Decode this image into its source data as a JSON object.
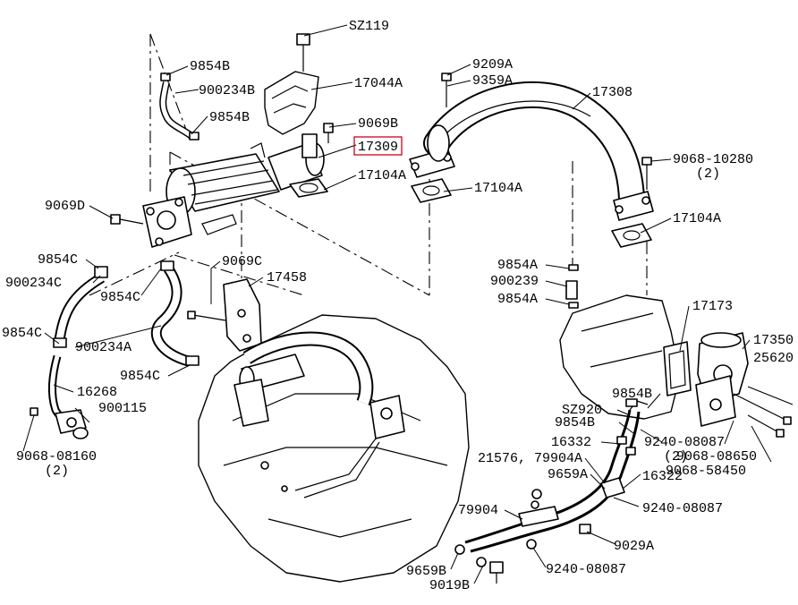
{
  "diagram": {
    "highlight_color": "#d0021b",
    "labels": [
      {
        "id": "sz119",
        "text": "SZ119"
      },
      {
        "id": "9854b-top",
        "text": "9854B"
      },
      {
        "id": "900234b",
        "text": "900234B"
      },
      {
        "id": "17044a",
        "text": "17044A"
      },
      {
        "id": "9854b-mid",
        "text": "9854B"
      },
      {
        "id": "9069b",
        "text": "9069B"
      },
      {
        "id": "17309",
        "text": "17309",
        "highlighted": true
      },
      {
        "id": "17104a-left",
        "text": "17104A"
      },
      {
        "id": "9209a",
        "text": "9209A"
      },
      {
        "id": "9359a",
        "text": "9359A"
      },
      {
        "id": "17308",
        "text": "17308"
      },
      {
        "id": "17104a-center",
        "text": "17104A"
      },
      {
        "id": "9068-10280",
        "text": "9068-10280"
      },
      {
        "id": "9068-10280-qty",
        "text": "(2)"
      },
      {
        "id": "17104a-right",
        "text": "17104A"
      },
      {
        "id": "9069d",
        "text": "9069D"
      },
      {
        "id": "9854c-a",
        "text": "9854C"
      },
      {
        "id": "900234c",
        "text": "900234C"
      },
      {
        "id": "9854c-b",
        "text": "9854C"
      },
      {
        "id": "9069c",
        "text": "9069C"
      },
      {
        "id": "17458",
        "text": "17458"
      },
      {
        "id": "9854c-c",
        "text": "9854C"
      },
      {
        "id": "900234a",
        "text": "900234A"
      },
      {
        "id": "9854c-d",
        "text": "9854C"
      },
      {
        "id": "16268",
        "text": "16268"
      },
      {
        "id": "900115",
        "text": "900115"
      },
      {
        "id": "9068-08160",
        "text": "9068-08160"
      },
      {
        "id": "9068-08160-qty",
        "text": "(2)"
      },
      {
        "id": "9854a-top",
        "text": "9854A"
      },
      {
        "id": "900239",
        "text": "900239"
      },
      {
        "id": "9854a-bottom",
        "text": "9854A"
      },
      {
        "id": "17173",
        "text": "17173"
      },
      {
        "id": "17350",
        "text": "17350"
      },
      {
        "id": "25620",
        "text": "25620"
      },
      {
        "id": "9854b-right",
        "text": "9854B"
      },
      {
        "id": "sz920",
        "text": "SZ920"
      },
      {
        "id": "9854b-right2",
        "text": "9854B"
      },
      {
        "id": "9240-08087-a",
        "text": "9240-08087"
      },
      {
        "id": "9240-08087-a-qty",
        "text": "(2)"
      },
      {
        "id": "9068-08650",
        "text": "9068-08650"
      },
      {
        "id": "9068-58450",
        "text": "9068-58450"
      },
      {
        "id": "16332",
        "text": "16332"
      },
      {
        "id": "21576-79904a",
        "text": "21576, 79904A"
      },
      {
        "id": "9659a",
        "text": "9659A"
      },
      {
        "id": "16322",
        "text": "16322"
      },
      {
        "id": "9240-08087-b",
        "text": "9240-08087"
      },
      {
        "id": "79904",
        "text": "79904"
      },
      {
        "id": "9029a",
        "text": "9029A"
      },
      {
        "id": "9659b",
        "text": "9659B"
      },
      {
        "id": "9240-08087-c",
        "text": "9240-08087"
      },
      {
        "id": "9019b",
        "text": "9019B"
      }
    ]
  }
}
